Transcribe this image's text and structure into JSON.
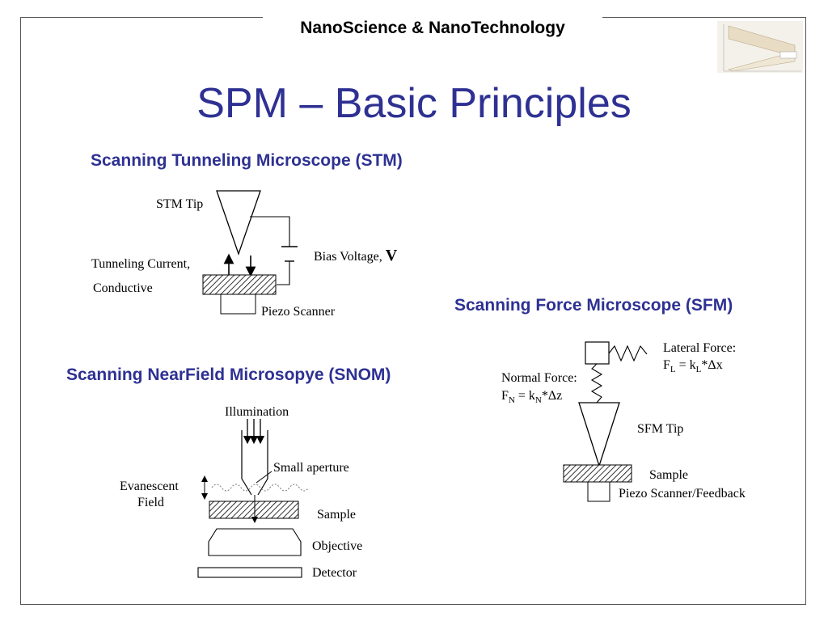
{
  "header": "NanoScience & NanoTechnology",
  "title": "SPM – Basic Principles",
  "stm": {
    "heading": "Scanning Tunneling Microscope (STM)",
    "tip_label": "STM Tip",
    "bias_label": "Bias Voltage,",
    "bias_symbol": "V",
    "current_label": "Tunneling Current,",
    "conductive_label": "Conductive",
    "piezo_label": "Piezo Scanner"
  },
  "sfm": {
    "heading": "Scanning Force Microscope (SFM)",
    "lateral_label": "Lateral Force:",
    "lateral_F": "F",
    "lateral_sub": "L",
    "lateral_eq": " = k",
    "lateral_sub2": "L",
    "lateral_tail": "*Δx",
    "normal_label": "Normal Force:",
    "normal_F": "F",
    "normal_sub": "N",
    "normal_eq": " = k",
    "normal_sub2": "N",
    "normal_tail": "*Δz",
    "tip_label": "SFM Tip",
    "sample_label": "Sample",
    "piezo_label": "Piezo Scanner/Feedback"
  },
  "snom": {
    "heading": "Scanning NearField Microsopye (SNOM)",
    "illumination_label": "Illumination",
    "aperture_label": "Small aperture",
    "evanescent_label_1": "Evanescent",
    "evanescent_label_2": "Field",
    "sample_label": "Sample",
    "objective_label": "Objective",
    "detector_label": "Detector"
  },
  "colors": {
    "heading": "#2e3192",
    "frame": "#555555"
  }
}
